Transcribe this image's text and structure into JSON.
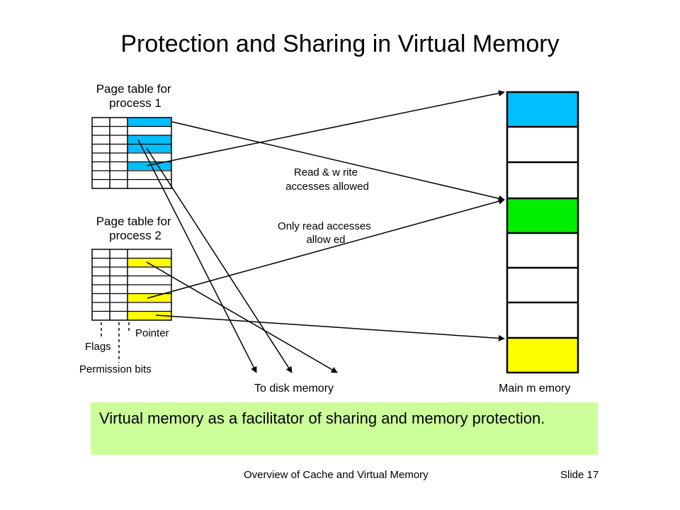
{
  "title": "Protection and Sharing in Virtual Memory",
  "diagram": {
    "table1_label": [
      "Page table for",
      "process 1"
    ],
    "table2_label": [
      "Page table for",
      "process 2"
    ],
    "note_rw": [
      "Read & w rite",
      "accesses allowed"
    ],
    "note_ro": [
      "Only read accesses",
      "allow ed"
    ],
    "label_pointer": "Pointer",
    "label_flags": "Flags",
    "label_permission": "Permission bits",
    "label_disk": "To disk memory",
    "label_main": "Main m emory",
    "colors": {
      "process1_entry": "#00bfff",
      "process2_entry": "#ffff00",
      "shared_page": "#00ee00",
      "caption_bg": "#ccff99"
    }
  },
  "caption": "Virtual memory as a facilitator of sharing and memory protection.",
  "footer": {
    "center": "Overview of Cache and Virtual Memory",
    "slide": "Slide 17"
  }
}
